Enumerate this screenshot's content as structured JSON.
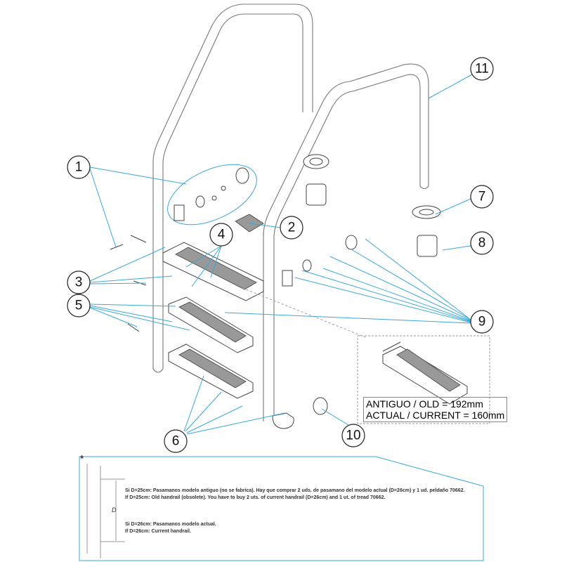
{
  "callouts": [
    "1",
    "2",
    "3",
    "4",
    "5",
    "6",
    "7",
    "8",
    "9",
    "10",
    "11"
  ],
  "inset": {
    "old_line": "ANTIGUO / OLD = 192mm",
    "current_line": "ACTUAL / CURRENT = 160mm"
  },
  "note": {
    "asterisk": "*",
    "dimension_label": "D",
    "es_25": "Si D=25cm: Pasamanos modelo antiguo (no se fabrica). Hay que comprar 2 uds. de pasamano del modelo actual (D=26cm) y 1 ud. peldaño 70662.",
    "en_25": "If D=25cm: Old handrail (obsolete). You have to buy 2 uts. of current handrail (D=26cm) and 1 ut. of tread 70662.",
    "es_26": "Si D=26cm: Pasamanos modelo actual.",
    "en_26": "If D=26cm: Current handrail."
  },
  "colors": {
    "leader": "#3aa8d8",
    "outline": "#444444"
  }
}
